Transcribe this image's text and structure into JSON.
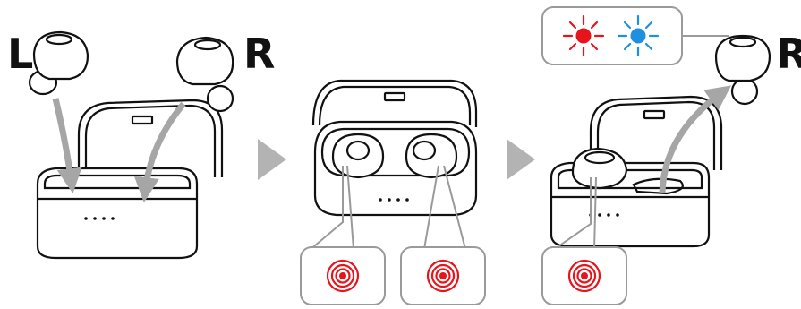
{
  "labels": {
    "left_earbud": "L",
    "right_earbud_step1": "R",
    "right_earbud_step3": "R"
  },
  "indicators": {
    "charging_led_color": "#e8141c",
    "pairing_red_color": "#e8141c",
    "pairing_blue_color": "#1f8fe0"
  },
  "colors": {
    "outline": "#111111",
    "arrow_gray": "#a6a6a6",
    "callout_border": "#9a9a9a",
    "step_arrow": "#b3b3b3"
  },
  "icons": {
    "step_arrow_1": "play-triangle-icon",
    "step_arrow_2": "play-triangle-icon",
    "led_burst": "sun-burst-icon"
  }
}
